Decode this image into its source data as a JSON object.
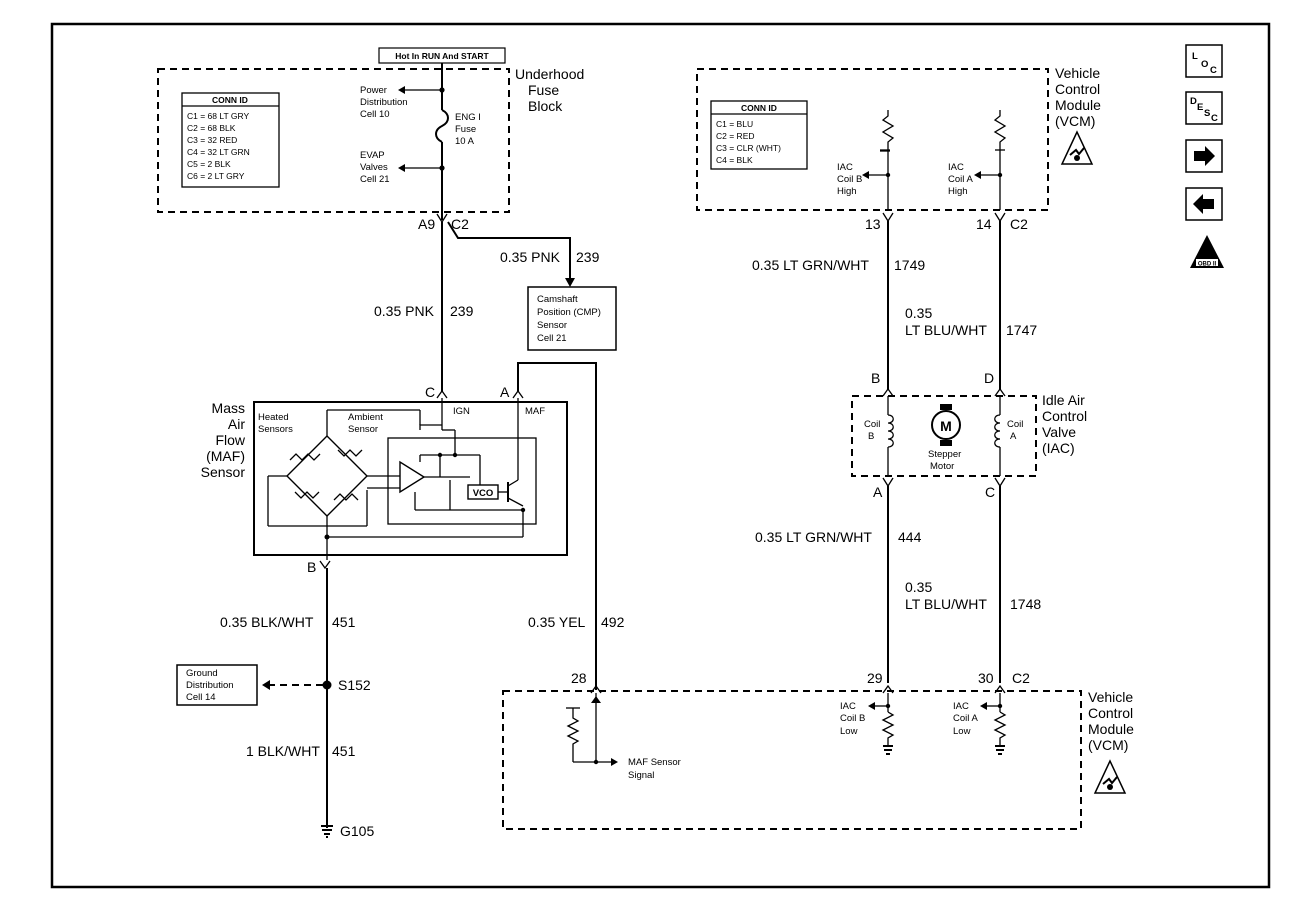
{
  "header": {
    "hot_label": "Hot In RUN And START"
  },
  "fuse_block": {
    "title_lines": [
      "Underhood",
      "Fuse",
      "Block"
    ],
    "connid": {
      "title": "CONN ID",
      "rows": [
        "C1 = 68 LT GRY",
        "C2 = 68 BLK",
        "C3 = 32 RED",
        "C4 = 32 LT GRN",
        "C5 = 2 BLK",
        "C6 = 2 LT GRY"
      ]
    },
    "power_dist": [
      "Power",
      "Distribution",
      "Cell 10"
    ],
    "fuse": [
      "ENG I",
      "Fuse",
      "10 A"
    ],
    "evap": [
      "EVAP",
      "Valves",
      "Cell 21"
    ],
    "pin": "A9",
    "connector": "C2"
  },
  "vcm_top": {
    "title_lines": [
      "Vehicle",
      "Control",
      "Module",
      "(VCM)"
    ],
    "connid": {
      "title": "CONN ID",
      "rows": [
        "C1 = BLU",
        "C2 = RED",
        "C3 = CLR (WHT)",
        "C4 = BLK"
      ]
    },
    "coil_b": [
      "IAC",
      "Coil B",
      "High"
    ],
    "coil_a": [
      "IAC",
      "Coil A",
      "High"
    ],
    "pin_b": "13",
    "pin_a": "14",
    "connector": "C2"
  },
  "wires": {
    "pnk_cmp": "0.35 PNK",
    "pnk_cmp_circuit": "239",
    "pnk_maf": "0.35 PNK",
    "pnk_maf_circuit": "239",
    "ltgrn_top": "0.35 LT GRN/WHT",
    "ltgrn_top_circuit": "1749",
    "ltblu_top_gauge": "0.35",
    "ltblu_top": "LT BLU/WHT",
    "ltblu_top_circuit": "1747",
    "ltgrn_bot": "0.35 LT GRN/WHT",
    "ltgrn_bot_circuit": "444",
    "ltblu_bot_gauge": "0.35",
    "ltblu_bot": "LT BLU/WHT",
    "ltblu_bot_circuit": "1748",
    "blk_top": "0.35 BLK/WHT",
    "blk_top_circuit": "451",
    "blk_bot": "1 BLK/WHT",
    "blk_bot_circuit": "451",
    "yel": "0.35 YEL",
    "yel_circuit": "492"
  },
  "cmp": {
    "lines": [
      "Camshaft",
      "Position (CMP)",
      "Sensor",
      "Cell 21"
    ]
  },
  "maf": {
    "title_lines": [
      "Mass",
      "Air",
      "Flow",
      "(MAF)",
      "Sensor"
    ],
    "heated": [
      "Heated",
      "Sensors"
    ],
    "ambient": [
      "Ambient",
      "Sensor"
    ],
    "ign": "IGN",
    "maf_pin_label": "MAF",
    "vco": "VCO",
    "pin_c": "C",
    "pin_a": "A",
    "pin_b": "B"
  },
  "iac": {
    "title_lines": [
      "Idle Air",
      "Control",
      "Valve",
      "(IAC)"
    ],
    "coil_b": [
      "Coil",
      "B"
    ],
    "coil_a": [
      "Coil",
      "A"
    ],
    "motor_letter": "M",
    "motor_lines": [
      "Stepper",
      "Motor"
    ],
    "pin_b_top": "B",
    "pin_d_top": "D",
    "pin_a_bot": "A",
    "pin_c_bot": "C"
  },
  "ground": {
    "dist": [
      "Ground",
      "Distribution",
      "Cell 14"
    ],
    "splice": "S152",
    "ground_id": "G105"
  },
  "vcm_bottom": {
    "title_lines": [
      "Vehicle",
      "Control",
      "Module",
      "(VCM)"
    ],
    "pin_28": "28",
    "pin_29": "29",
    "pin_30": "30",
    "connector": "C2",
    "maf_signal": [
      "MAF Sensor",
      "Signal"
    ],
    "coil_b_low": [
      "IAC",
      "Coil B",
      "Low"
    ],
    "coil_a_low": [
      "IAC",
      "Coil A",
      "Low"
    ]
  },
  "nav": {
    "loc": {
      "big": "L",
      "sub1": "O",
      "sub2": "C"
    },
    "desc": {
      "big": "D",
      "sub1": "E",
      "sub2": "S",
      "sub3": "C"
    },
    "obd_label": "OBD II"
  }
}
